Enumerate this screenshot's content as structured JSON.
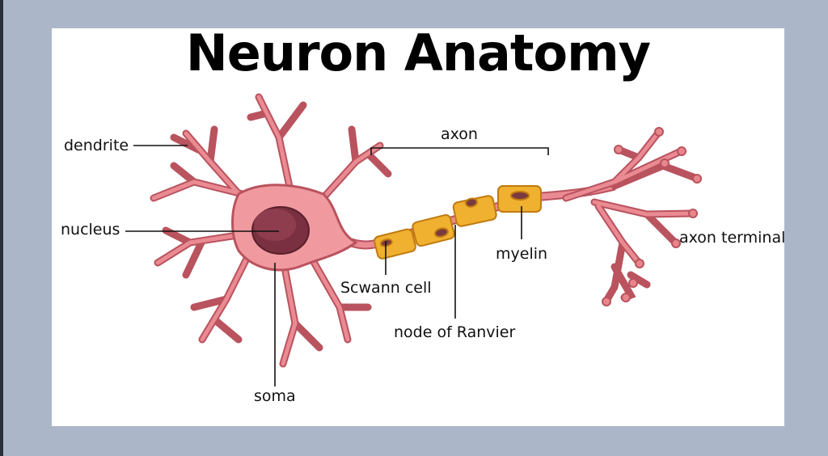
{
  "title": "Neuron Anatomy",
  "labels": {
    "dendrite": "dendrite",
    "nucleus": "nucleus",
    "soma": "soma",
    "axon": "axon",
    "schwann_cell": "Scwann cell",
    "node_of_ranvier": "node of Ranvier",
    "myelin": "myelin",
    "axon_terminal": "axon terminal"
  },
  "colors": {
    "background": "#abb7c9",
    "neuron_fill": "#ea8a92",
    "neuron_outline": "#b9535e",
    "nucleus": "#7a3040",
    "myelin": "#f0b030"
  }
}
